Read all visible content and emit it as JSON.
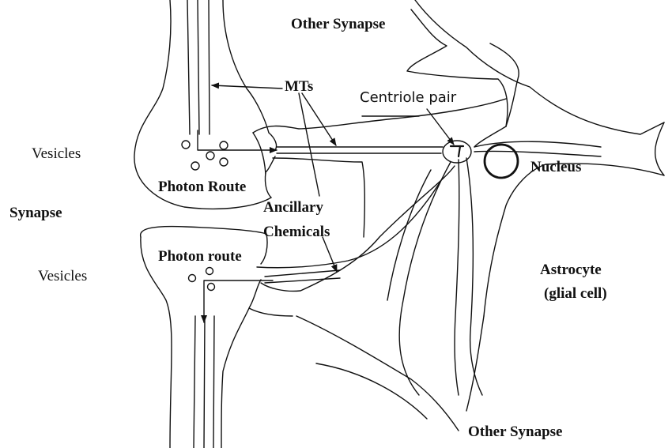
{
  "labels": {
    "other_synapse_top": "Other Synapse",
    "mts": "MTs",
    "centriole_pair": "Centriole pair",
    "vesicles_upper": "Vesicles",
    "photon_route_upper": "Photon Route",
    "nucleus": "Nucleus",
    "synapse": "Synapse",
    "ancillary": "Ancillary",
    "chemicals": "Chemicals",
    "photon_route_lower": "Photon route",
    "vesicles_lower": "Vesicles",
    "astrocyte_line1": "Astrocyte",
    "astrocyte_line2": "(glial cell)",
    "other_synapse_bottom": "Other Synapse"
  }
}
